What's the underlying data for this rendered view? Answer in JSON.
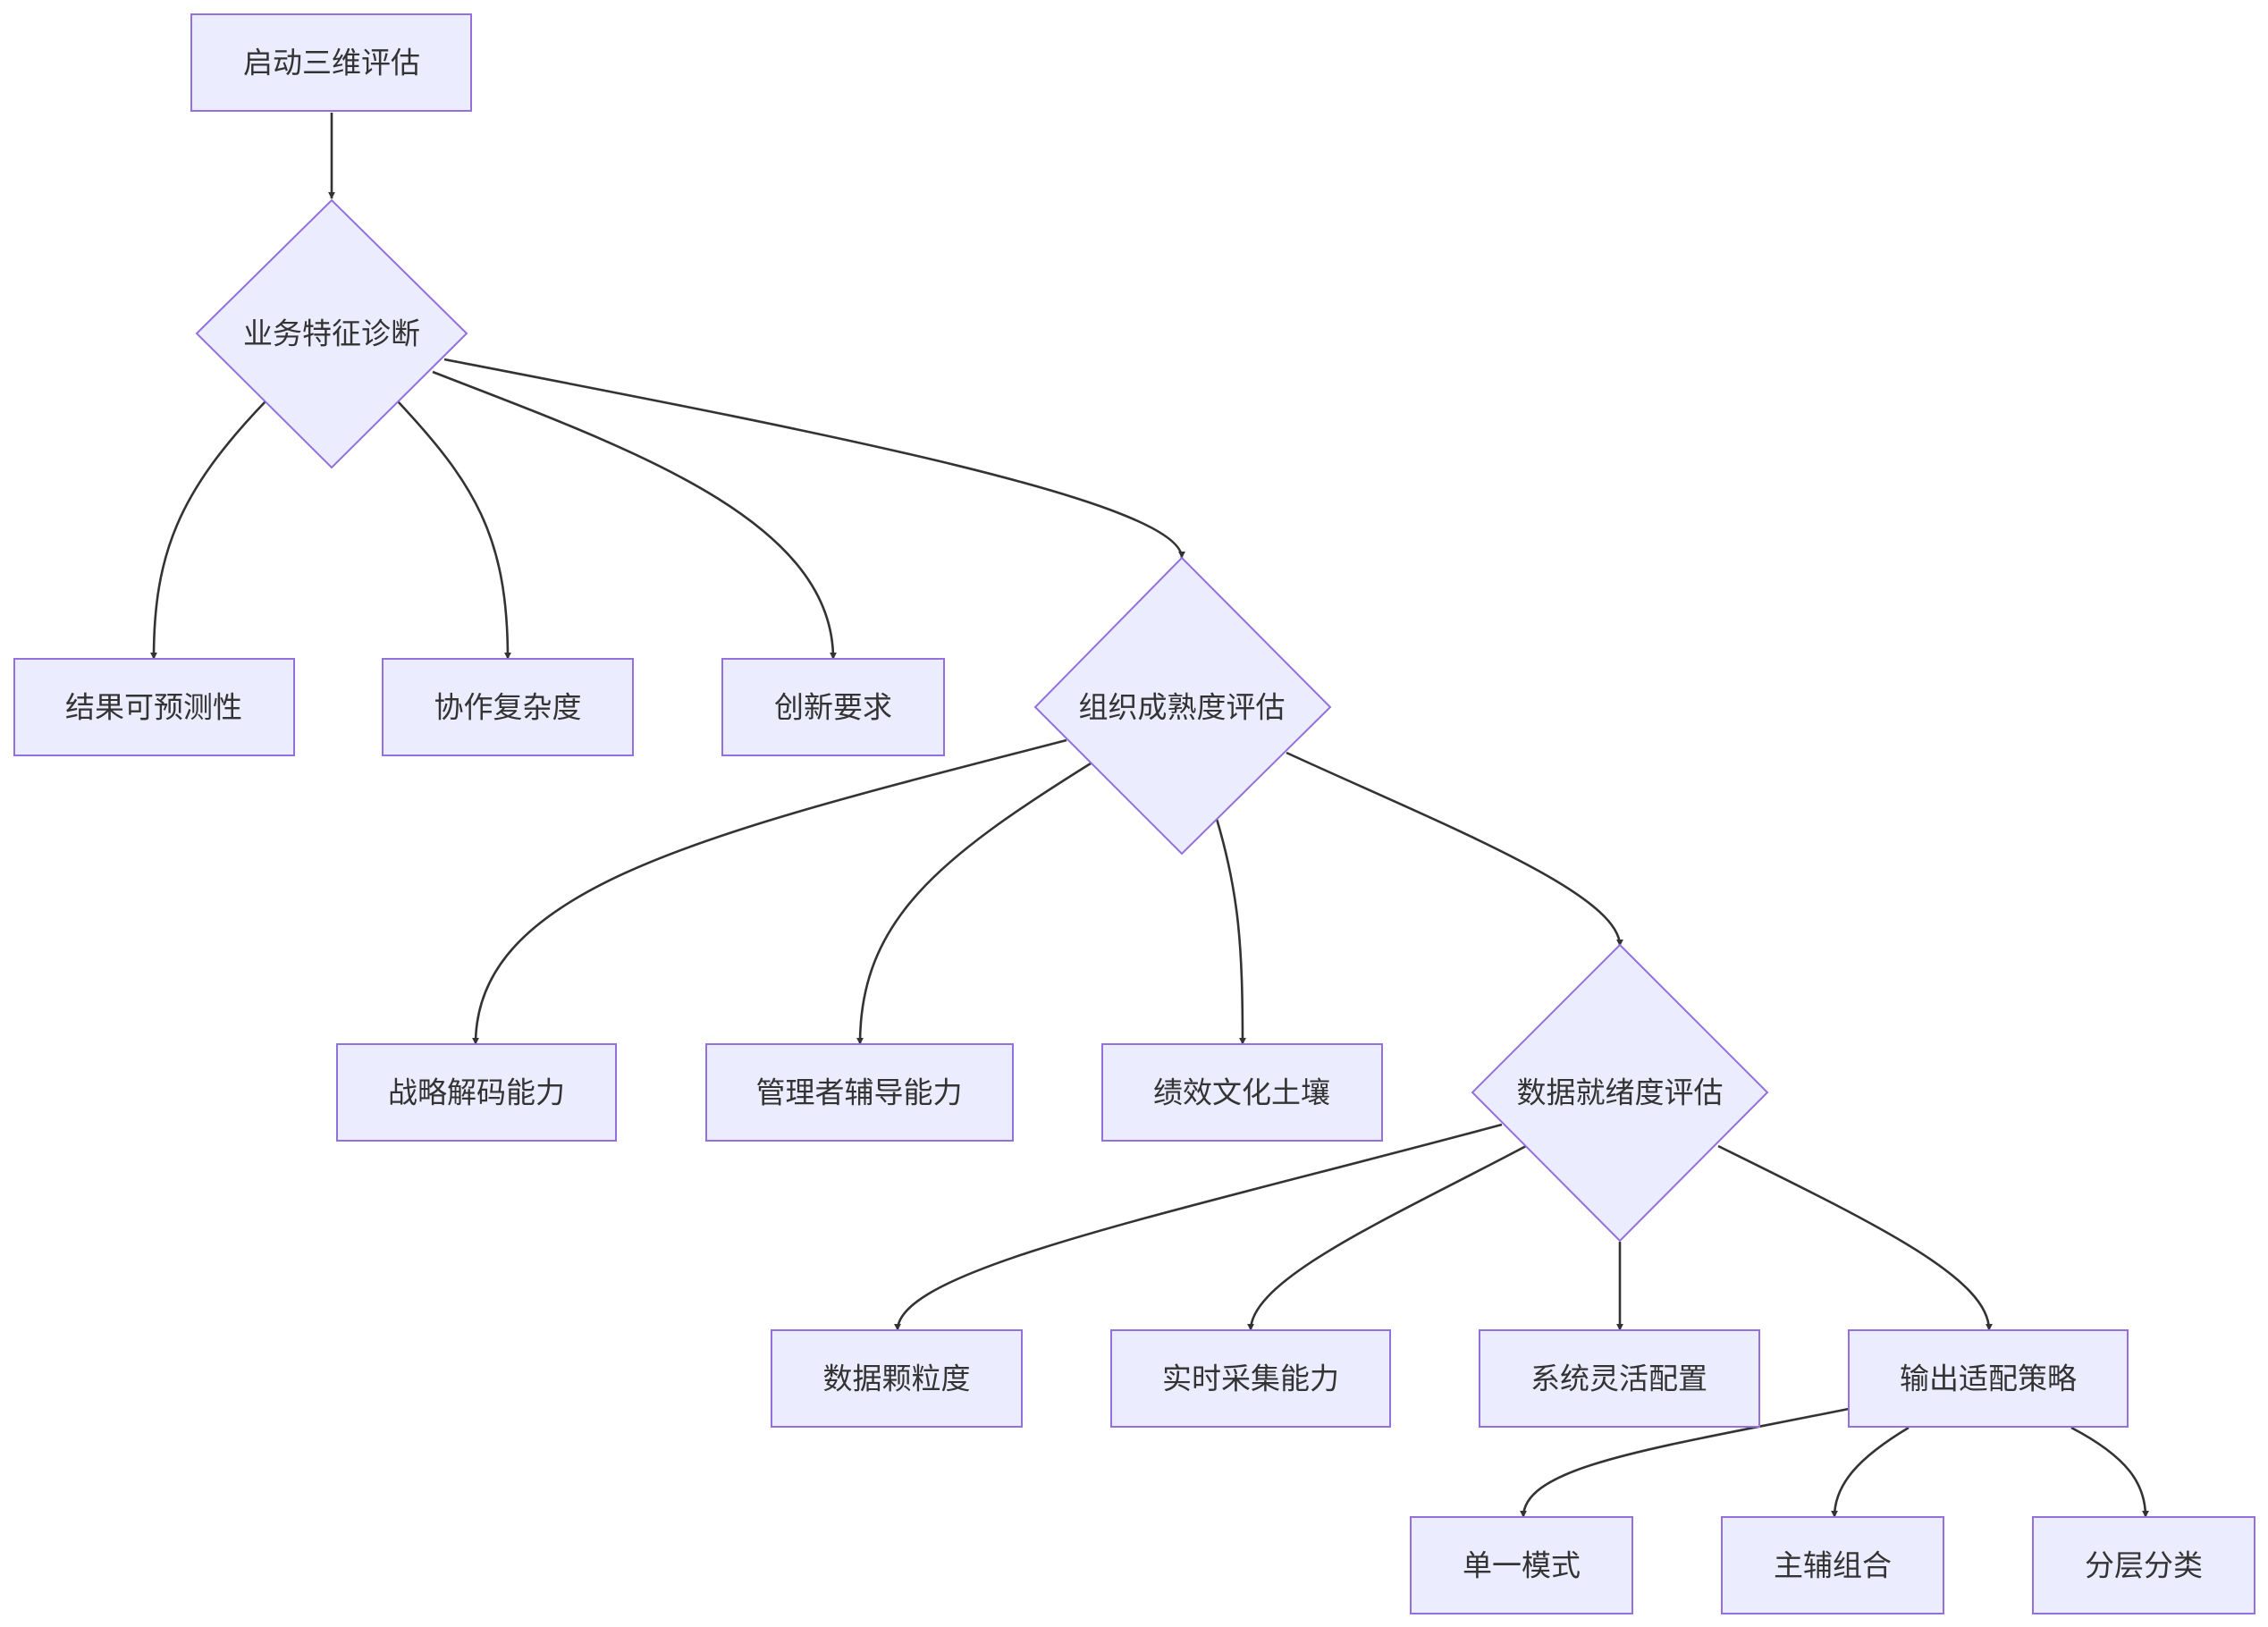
{
  "diagram": {
    "nodes": {
      "start": "启动三维评估",
      "business": "业务特征诊断",
      "predictability": "结果可预测性",
      "collaboration": "协作复杂度",
      "innovation": "创新要求",
      "org_maturity": "组织成熟度评估",
      "strategy": "战略解码能力",
      "coaching": "管理者辅导能力",
      "culture": "绩效文化土壤",
      "data_readiness": "数据就绪度评估",
      "granularity": "数据颗粒度",
      "realtime": "实时采集能力",
      "flexibility": "系统灵活配置",
      "output": "输出适配策略",
      "single": "单一模式",
      "primary_aux": "主辅组合",
      "layered": "分层分类"
    },
    "colors": {
      "node_fill": "#ececff",
      "node_stroke": "#9370db",
      "edge": "#333333",
      "text": "#333333"
    }
  }
}
